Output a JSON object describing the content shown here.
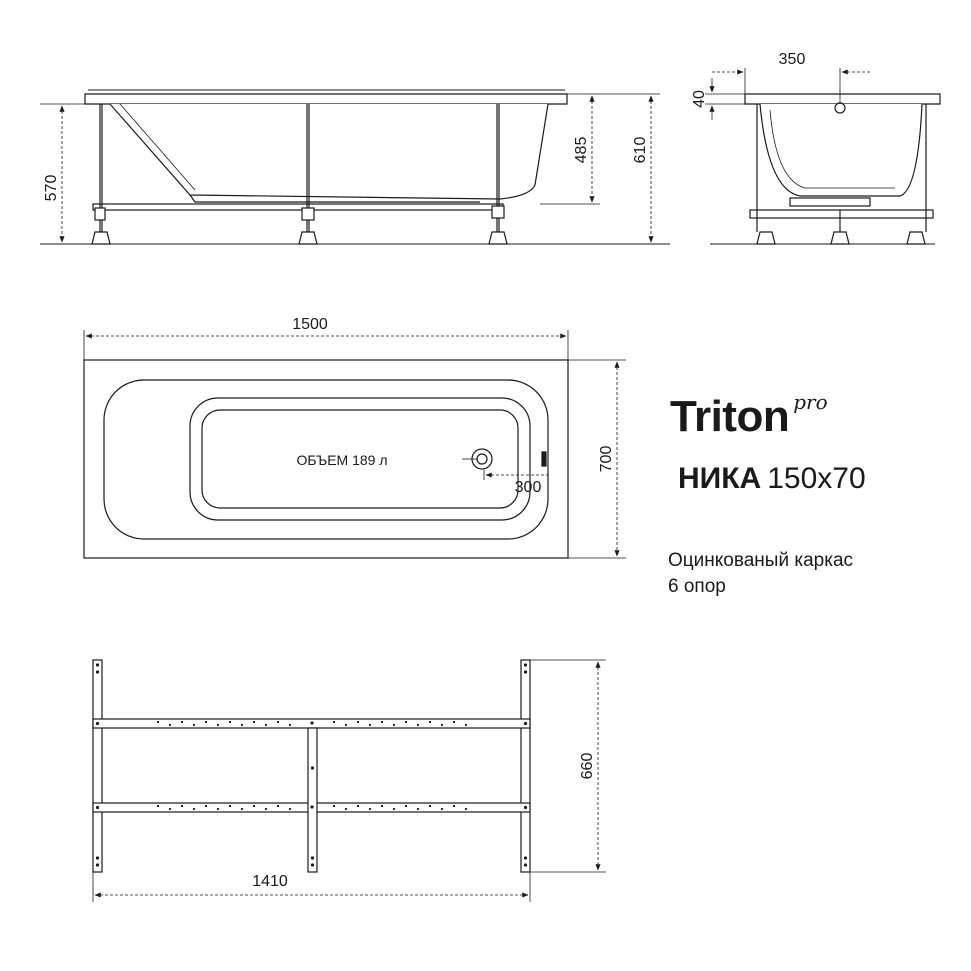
{
  "brand": {
    "name": "Triton",
    "suffix": "pro"
  },
  "model": {
    "name": "НИКА",
    "size": "150x70"
  },
  "specs": [
    "Оцинкованый каркас",
    "6 опор"
  ],
  "dimensions": {
    "side_height_legs": "570",
    "side_height_rim": "485",
    "side_height_total": "610",
    "end_width": "350",
    "end_rim": "40",
    "top_length": "1500",
    "top_width": "700",
    "drain_offset": "300",
    "volume_label": "ОБЪЕМ 189 л",
    "frame_width": "660",
    "frame_length": "1410"
  },
  "colors": {
    "line": "#1a1a1a",
    "accent": "#e8e8e8"
  }
}
